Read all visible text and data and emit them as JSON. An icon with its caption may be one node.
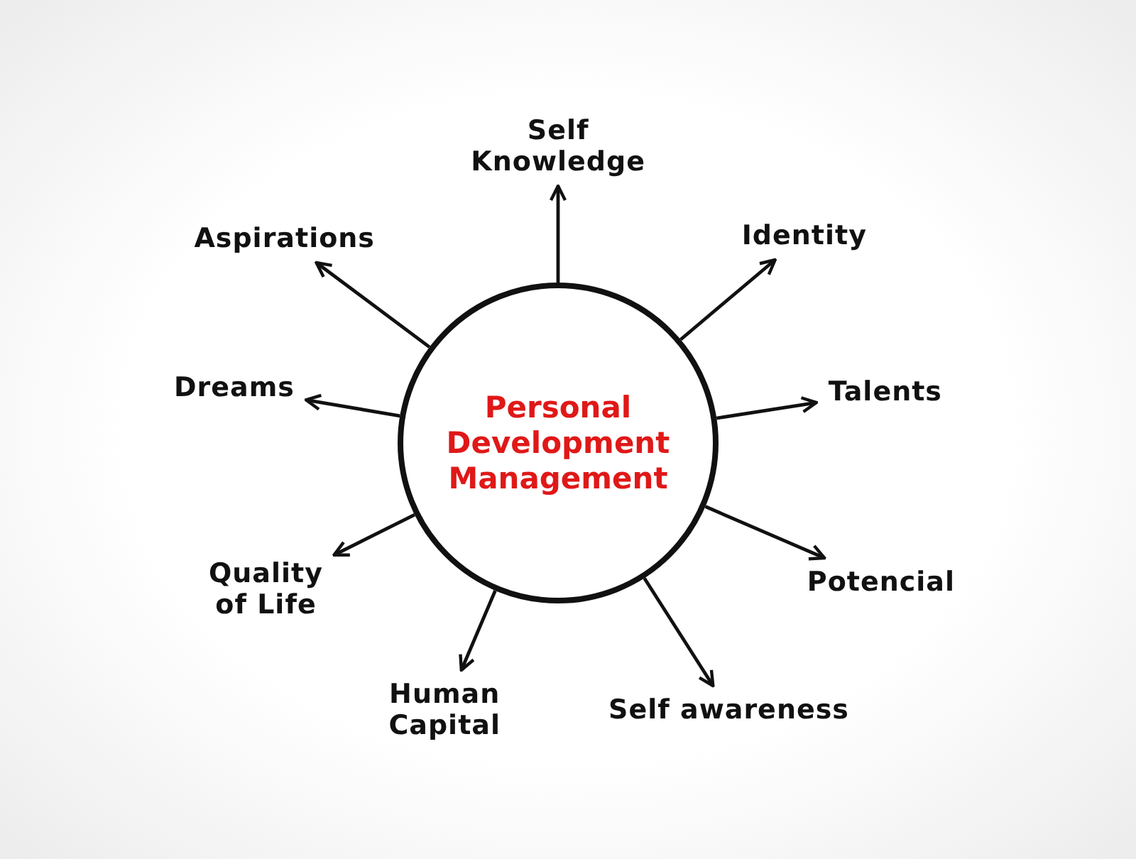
{
  "diagram": {
    "nodes": [
      {
        "text": [
          "Personal Development Management"
        ]
      },
      {
        "text": [
          "Self Knowledge"
        ]
      },
      {
        "text": [
          "Identity"
        ]
      },
      {
        "text": [
          "Talents"
        ]
      },
      {
        "text": [
          "Potencial"
        ]
      },
      {
        "text": [
          "Self awareness"
        ]
      },
      {
        "text": [
          "Human Capital"
        ]
      },
      {
        "text": [
          "Quality of Life"
        ]
      },
      {
        "text": [
          "Dreams"
        ]
      },
      {
        "text": [
          "Aspirations"
        ]
      }
    ],
    "edges": [
      {
        "from": 0,
        "to": 1,
        "arrow": "to"
      },
      {
        "from": 0,
        "to": 2,
        "arrow": "to"
      },
      {
        "from": 0,
        "to": 3,
        "arrow": "to"
      },
      {
        "from": 0,
        "to": 4,
        "arrow": "to"
      },
      {
        "from": 0,
        "to": 5,
        "arrow": "to"
      },
      {
        "from": 0,
        "to": 6,
        "arrow": "to"
      },
      {
        "from": 0,
        "to": 7,
        "arrow": "to"
      },
      {
        "from": 0,
        "to": 8,
        "arrow": "to"
      },
      {
        "from": 0,
        "to": 9,
        "arrow": "to"
      }
    ]
  }
}
